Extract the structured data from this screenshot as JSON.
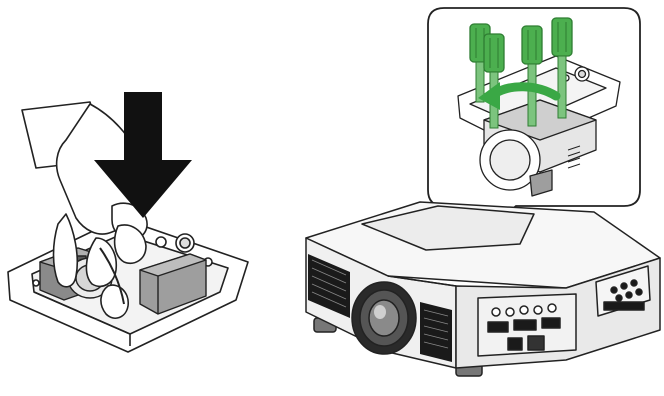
{
  "figure": {
    "panels": [
      {
        "name": "lamp-insertion",
        "arrow": "down-arrow"
      },
      {
        "name": "screw-tightening-callout",
        "arrow": "curved-arrow",
        "screwdriver_count": 4
      },
      {
        "name": "projector"
      }
    ]
  },
  "colors": {
    "arrow": "#111111",
    "screwdriver": "#4caf4f",
    "screwdriver_dark": "#2e7d32",
    "curved_arrow": "#3aa845",
    "line": "#222222",
    "lamp_module": "#9e9e9e",
    "projector_body": "#f4f4f4",
    "vent": "#1a1a1a"
  }
}
